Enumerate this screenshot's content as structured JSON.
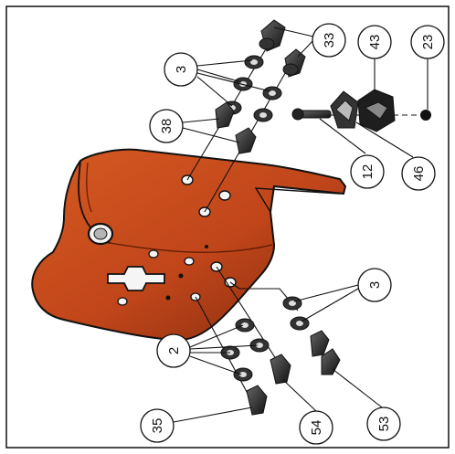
{
  "callouts": {
    "c33": "33",
    "c43": "43",
    "c23": "23",
    "c3a": "3",
    "c38": "38",
    "c12": "12",
    "c46": "46",
    "c3b": "3",
    "c2": "2",
    "c35": "35",
    "c54": "54",
    "c53": "53"
  },
  "colors": {
    "bracket": "#c94a1a",
    "bracket_dark": "#7a2408",
    "hardware": "#2a2a2a",
    "outline": "#111111"
  }
}
